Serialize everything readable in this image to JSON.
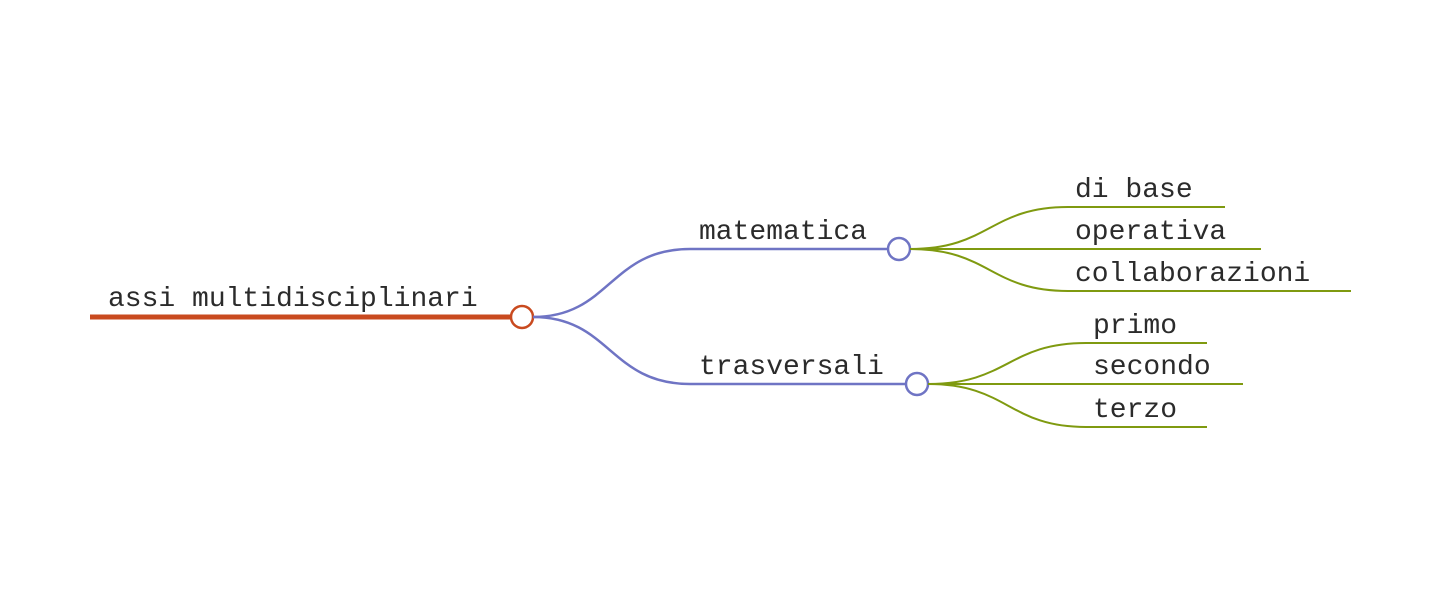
{
  "colors": {
    "root": "#c94a1f",
    "branch": "#6f74c4",
    "leaf": "#7f9a10",
    "text": "#2b2b2b",
    "background": "#ffffff"
  },
  "mindmap": {
    "root": {
      "label": "assi multidisciplinari"
    },
    "branches": [
      {
        "label": "matematica",
        "children": [
          "di base",
          "operativa",
          "collaborazioni"
        ]
      },
      {
        "label": "trasversali",
        "children": [
          "primo",
          "secondo",
          "terzo"
        ]
      }
    ]
  }
}
